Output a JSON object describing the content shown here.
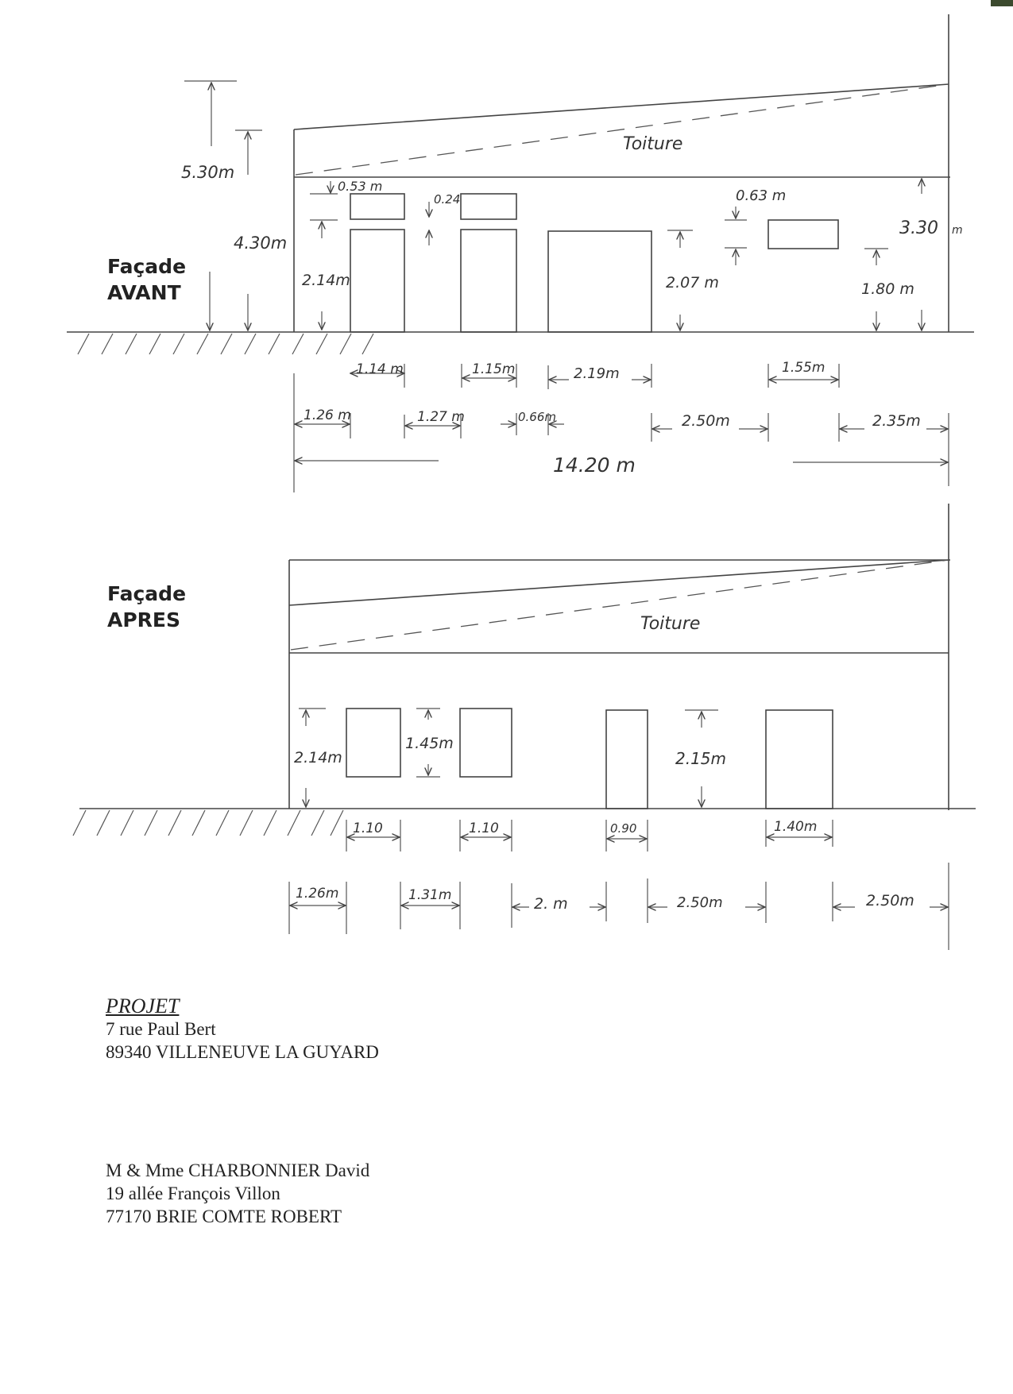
{
  "facade_avant": {
    "label_line1": "Façade",
    "label_line2": "AVANT",
    "roof_label": "Toiture",
    "dim_5_30": "5.30m",
    "dim_4_30": "4.30m",
    "dim_3_30": "3.30",
    "dim_3_30_unit": "m",
    "dim_0_53": "0.53 m",
    "dim_0_24": "0.24",
    "dim_0_63": "0.63 m",
    "dim_2_14": "2.14m",
    "dim_2_07": "2.07 m",
    "dim_1_80": "1.80 m",
    "w_1_14": "1.14 m",
    "w_1_15": "1.15m",
    "w_2_19": "2.19m",
    "w_1_55": "1.55m",
    "s_1_26": "1.26 m",
    "s_1_27": "1.27 m",
    "s_0_66": "0.66m",
    "s_2_50": "2.50m",
    "s_2_35": "2.35m",
    "total": "14.20 m"
  },
  "facade_apres": {
    "label_line1": "Façade",
    "label_line2": "APRES",
    "roof_label": "Toiture",
    "dim_2_14": "2.14m",
    "dim_1_45": "1.45m",
    "dim_2_15": "2.15m",
    "w_1_10a": "1.10",
    "w_1_10b": "1.10",
    "w_0_90": "0.90",
    "w_1_40": "1.40m",
    "s_1_26": "1.26m",
    "s_1_31": "1.31m",
    "s_2": "2. m",
    "s_2_50a": "2.50m",
    "s_2_50b": "2.50m"
  },
  "project": {
    "heading": "PROJET",
    "line1": "7 rue Paul Bert",
    "line2": "89340 VILLENEUVE LA GUYARD"
  },
  "owner": {
    "line1": "M & Mme CHARBONNIER David",
    "line2": "19 allée François Villon",
    "line3": "77170 BRIE COMTE ROBERT"
  }
}
